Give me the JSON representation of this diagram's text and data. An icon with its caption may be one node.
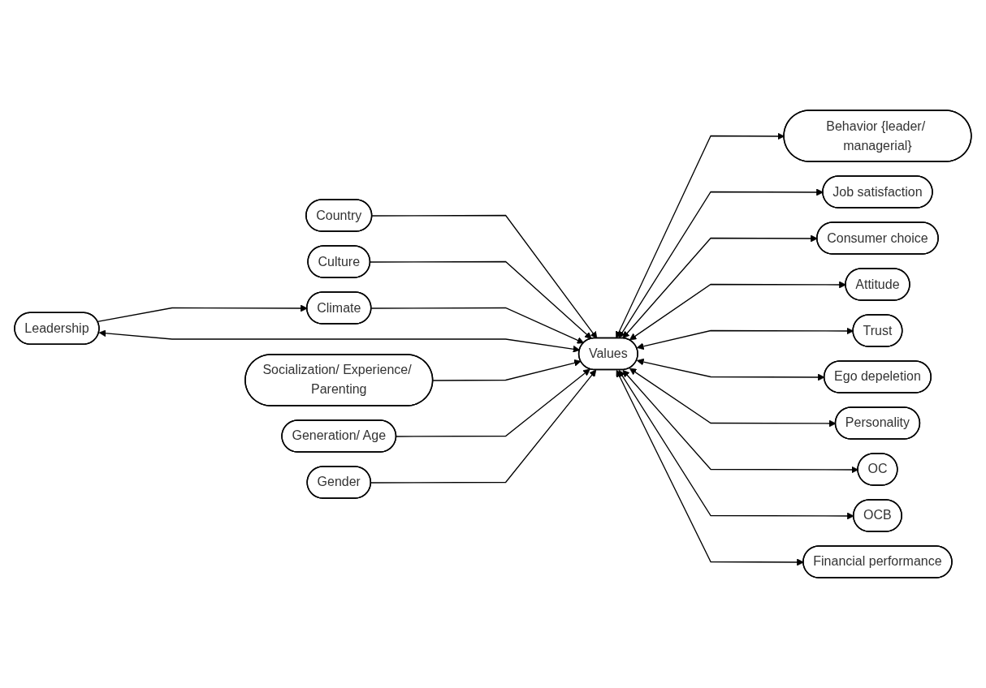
{
  "diagram": {
    "nodes": [
      {
        "text": [
          "Country"
        ]
      },
      {
        "text": [
          "Culture"
        ]
      },
      {
        "text": [
          "Climate"
        ]
      },
      {
        "text": [
          "Leadership"
        ]
      },
      {
        "text": [
          "Socialization/ Experience/ Parenting"
        ]
      },
      {
        "text": [
          "Generation/ Age"
        ]
      },
      {
        "text": [
          "Gender"
        ]
      },
      {
        "text": [
          "Values"
        ]
      },
      {
        "text": [
          "Behavior {leader/ managerial}"
        ]
      },
      {
        "text": [
          "Job satisfaction"
        ]
      },
      {
        "text": [
          "Consumer choice"
        ]
      },
      {
        "text": [
          "Attitude"
        ]
      },
      {
        "text": [
          "Trust"
        ]
      },
      {
        "text": [
          "Ego depeletion"
        ]
      },
      {
        "text": [
          "Personality"
        ]
      },
      {
        "text": [
          "OC"
        ]
      },
      {
        "text": [
          "OCB"
        ]
      },
      {
        "text": [
          "Financial performance"
        ]
      }
    ],
    "edges": [
      {
        "from": 0,
        "to": 7,
        "arrow": "to"
      },
      {
        "from": 1,
        "to": 7,
        "arrow": "to"
      },
      {
        "from": 2,
        "to": 7,
        "arrow": "to"
      },
      {
        "from": 3,
        "to": 2,
        "arrow": "to"
      },
      {
        "from": 3,
        "to": 7,
        "arrow": "both"
      },
      {
        "from": 4,
        "to": 7,
        "arrow": "to"
      },
      {
        "from": 5,
        "to": 7,
        "arrow": "to"
      },
      {
        "from": 6,
        "to": 7,
        "arrow": "to"
      },
      {
        "from": 7,
        "to": 8,
        "arrow": "both"
      },
      {
        "from": 7,
        "to": 9,
        "arrow": "both"
      },
      {
        "from": 7,
        "to": 10,
        "arrow": "both"
      },
      {
        "from": 7,
        "to": 11,
        "arrow": "both"
      },
      {
        "from": 7,
        "to": 12,
        "arrow": "both"
      },
      {
        "from": 7,
        "to": 13,
        "arrow": "both"
      },
      {
        "from": 7,
        "to": 14,
        "arrow": "both"
      },
      {
        "from": 7,
        "to": 15,
        "arrow": "both"
      },
      {
        "from": 7,
        "to": 16,
        "arrow": "both"
      },
      {
        "from": 7,
        "to": 17,
        "arrow": "both"
      }
    ]
  }
}
